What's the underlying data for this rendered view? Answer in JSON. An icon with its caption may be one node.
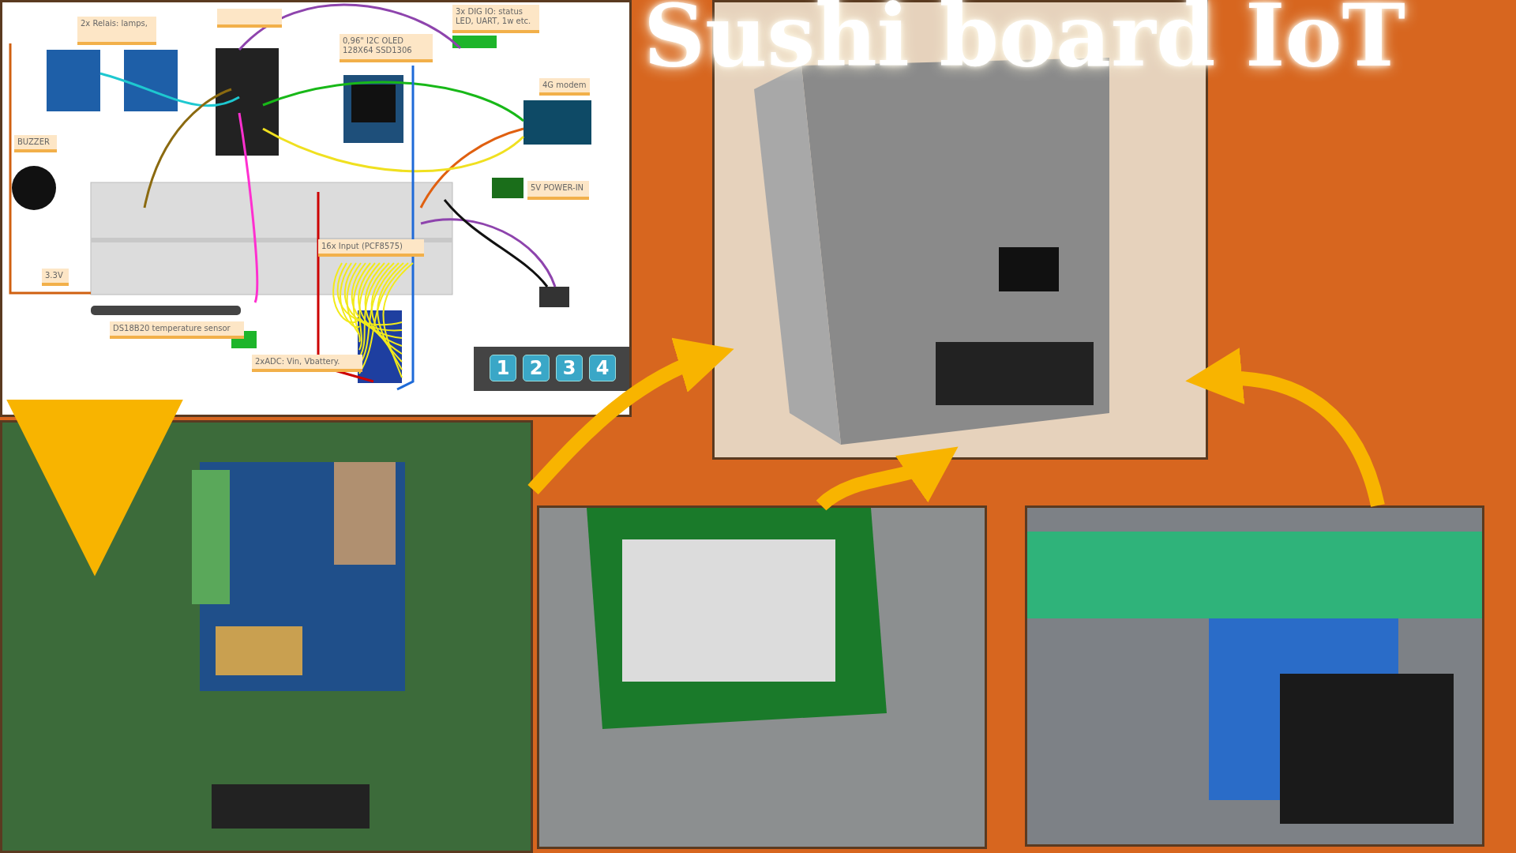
{
  "diagram": {
    "title": "Sushi board IoT",
    "nodes": [
      {
        "text": [],
        "shape": "picture"
      },
      {
        "text": [
          "2x Relais: lamps,"
        ],
        "in": 0
      },
      {
        "text": [],
        "shape": "box",
        "in": 0
      },
      {
        "text": [
          "3x DIG IO: status LED, UART, 1w etc."
        ],
        "in": 0
      },
      {
        "text": [
          "0,96\" I2C OLED 128X64 SSD1306"
        ],
        "in": 0
      },
      {
        "text": [
          "4G modem"
        ],
        "in": 0
      },
      {
        "text": [
          "BUZZER"
        ],
        "in": 0
      },
      {
        "text": [
          "5V POWER-IN"
        ],
        "in": 0
      },
      {
        "text": [
          "16x Input (PCF8575)"
        ],
        "in": 0
      },
      {
        "text": [
          "3.3V"
        ],
        "in": 0
      },
      {
        "text": [
          "DS18B20 temperature sensor"
        ],
        "in": 0
      },
      {
        "text": [
          "2xADC: Vin, Vbattery."
        ],
        "in": 0
      },
      {
        "text": [
          "1"
        ],
        "in": 0
      },
      {
        "text": [
          "2"
        ],
        "in": 0
      },
      {
        "text": [
          "3"
        ],
        "in": 0
      },
      {
        "text": [
          "4"
        ],
        "in": 0
      },
      {
        "text": [],
        "shape": "picture"
      },
      {
        "text": [],
        "shape": "picture"
      },
      {
        "text": [],
        "shape": "picture"
      },
      {
        "text": [],
        "shape": "picture"
      }
    ],
    "edges": [
      {
        "from": 0,
        "to": 16,
        "arrow": "to",
        "style": "thick"
      },
      {
        "from": 16,
        "to": 17,
        "arrow": "to"
      },
      {
        "from": 18,
        "to": 17,
        "arrow": "to"
      },
      {
        "from": 19,
        "to": 17,
        "arrow": "to"
      }
    ]
  }
}
